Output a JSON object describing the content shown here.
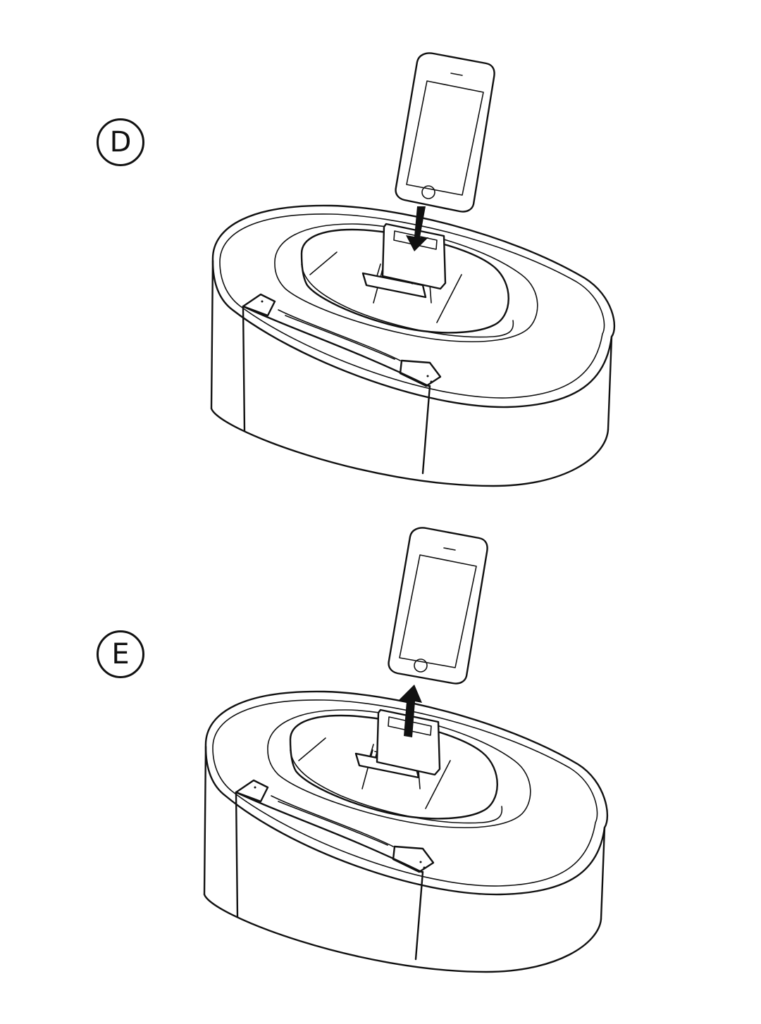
{
  "steps": [
    {
      "label": "D",
      "arrow_direction": "down",
      "action": "insert-phone-into-dock"
    },
    {
      "label": "E",
      "arrow_direction": "up",
      "action": "remove-phone-from-dock"
    }
  ],
  "colors": {
    "line": "#111111",
    "background": "#ffffff"
  },
  "icons": {
    "phone": "smartphone-icon",
    "dock": "speaker-dock-icon",
    "arrow_down": "arrow-down-icon",
    "arrow_up": "arrow-up-icon"
  }
}
